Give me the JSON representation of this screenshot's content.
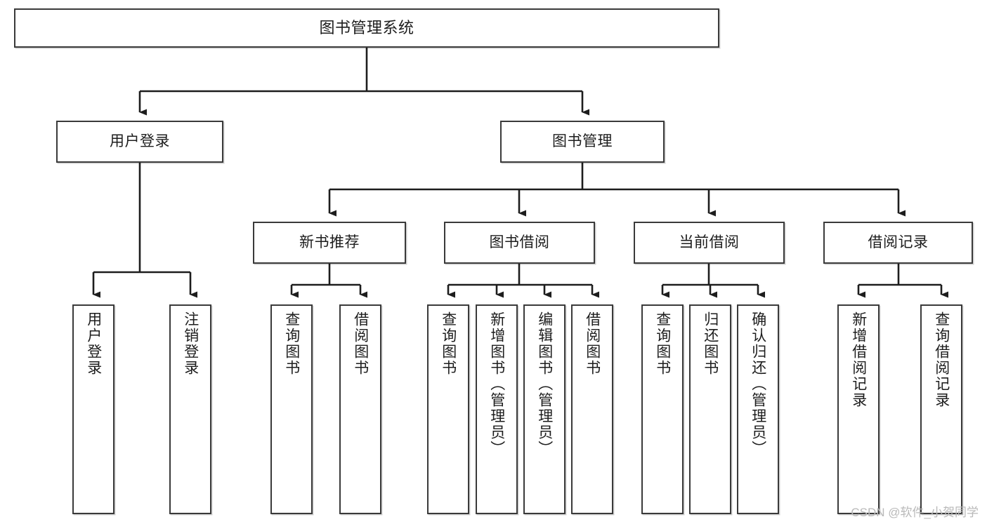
{
  "diagram": {
    "title": "图书管理系统",
    "type": "tree-hierarchy-diagram",
    "colors": {
      "box_border": "#3a3a3a",
      "box_fill": "#ffffff",
      "connector": "#1d1d1d",
      "background": "#ffffff",
      "watermark": "#b9b9b9"
    },
    "root": {
      "label": "图书管理系统"
    },
    "tier2": [
      {
        "label": "用户登录"
      },
      {
        "label": "图书管理"
      }
    ],
    "tier3": [
      {
        "label": "新书推荐"
      },
      {
        "label": "图书借阅"
      },
      {
        "label": "当前借阅"
      },
      {
        "label": "借阅记录"
      }
    ],
    "leaves": {
      "user_login": [
        {
          "label": "用户登录"
        },
        {
          "label": "注销登录"
        }
      ],
      "new_book_recommend": [
        {
          "label": "查询图书"
        },
        {
          "label": "借阅图书"
        }
      ],
      "book_borrow": [
        {
          "label": "查询图书"
        },
        {
          "label": "新增图书（管理员）"
        },
        {
          "label": "编辑图书（管理员）"
        },
        {
          "label": "借阅图书"
        }
      ],
      "current_borrow": [
        {
          "label": "查询图书"
        },
        {
          "label": "归还图书"
        },
        {
          "label": "确认归还（管理员）"
        }
      ],
      "borrow_record": [
        {
          "label": "新增借阅记录"
        },
        {
          "label": "查询借阅记录"
        }
      ]
    },
    "watermark": "CSDN @软件_小贺同学"
  }
}
